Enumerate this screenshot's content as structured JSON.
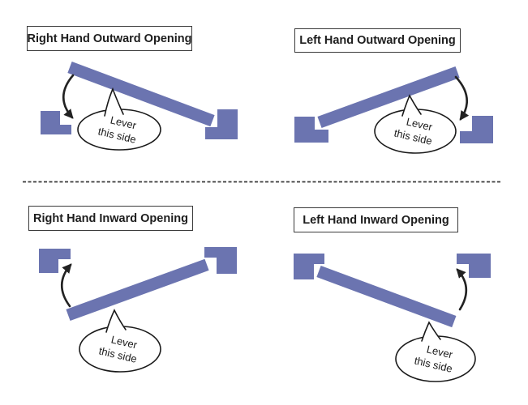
{
  "page": {
    "background": "#ffffff"
  },
  "colors": {
    "door": "#6B74B0",
    "arrow": "#222222",
    "outline": "#1a1a1a",
    "divider": "#3a3a3a",
    "text": "#1d1d1d"
  },
  "quadrants": [
    {
      "id": "right-hand-outward-opening",
      "label": "Right Hand Outward Opening",
      "bubble": {
        "line1": "Lever",
        "line2": "this side"
      }
    },
    {
      "id": "left-hand-outward-opening",
      "label": "Left Hand Outward Opening",
      "bubble": {
        "line1": "Lever",
        "line2": "this side"
      }
    },
    {
      "id": "right-hand-inward-opening",
      "label": "Right Hand Inward Opening",
      "bubble": {
        "line1": "Lever",
        "line2": "this side"
      }
    },
    {
      "id": "left-hand-inward-opening",
      "label": "Left Hand Inward Opening",
      "bubble": {
        "line1": "Lever",
        "line2": "this side"
      }
    }
  ]
}
